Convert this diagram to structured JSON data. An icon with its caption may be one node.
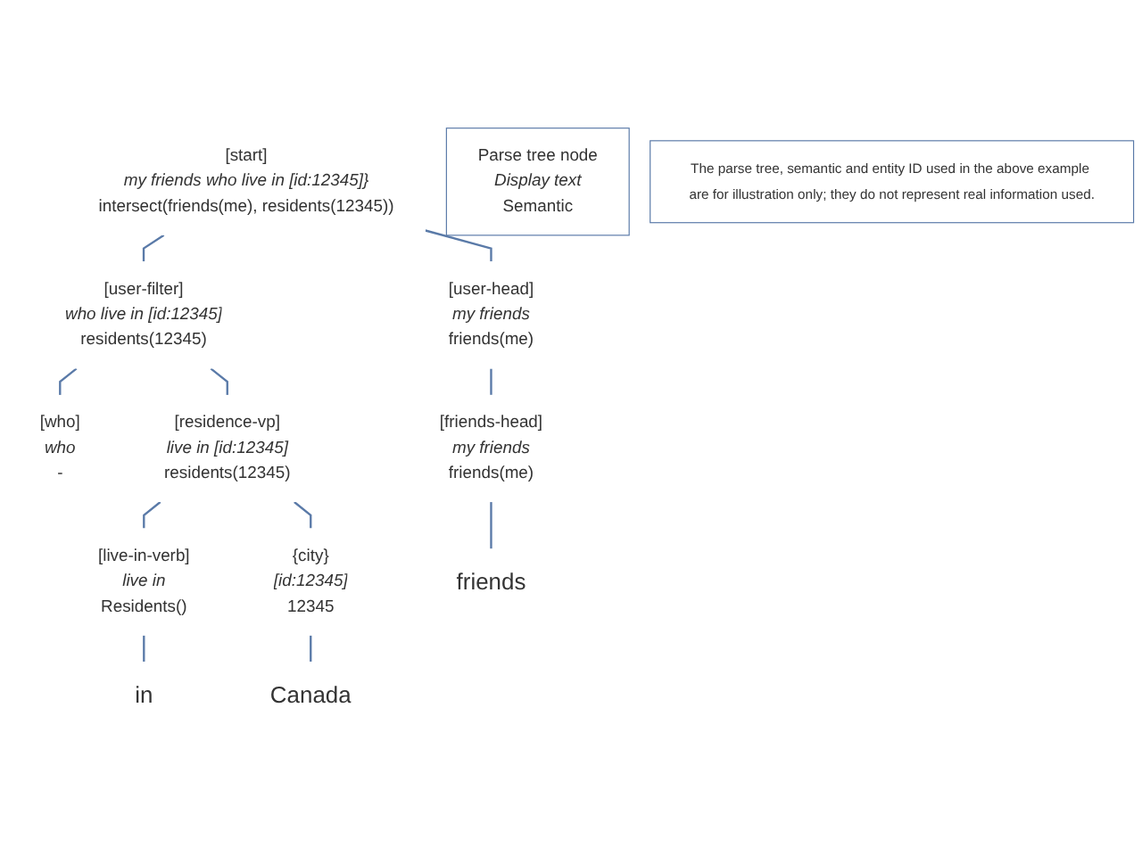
{
  "diagram": {
    "nodes": [
      {
        "text": [
          "[start]",
          "my friends who live in [id:12345]}",
          "intersect(friends(me), residents(12345))"
        ]
      },
      {
        "text": [
          "[user-head]",
          "my friends",
          "friends(me)"
        ]
      },
      {
        "text": [
          "[user-filter]",
          "who live in [id:12345]",
          "residents(12345)"
        ]
      },
      {
        "text": [
          "[who]",
          "who",
          "-"
        ]
      },
      {
        "text": [
          "[residence-vp]",
          "live in [id:12345]",
          "residents(12345)"
        ]
      },
      {
        "text": [
          "[friends-head]",
          "my friends",
          "friends(me)"
        ]
      },
      {
        "text": [
          "[live-in-verb]",
          "live in",
          "Residents()"
        ]
      },
      {
        "text": [
          "{city}",
          "[id:12345]",
          "12345"
        ]
      },
      {
        "text": [
          "friends"
        ]
      },
      {
        "text": [
          "in"
        ]
      },
      {
        "text": [
          "Canada"
        ]
      },
      {
        "text": [
          "Parse tree node",
          "Display text",
          "Semantic"
        ]
      },
      {
        "text": [
          "The parse tree, semantic and entity ID used in the above example are for illustration only; they do not represent real information used."
        ]
      }
    ],
    "edges": [
      {
        "from": 0,
        "to": 1,
        "arrow": "none"
      },
      {
        "from": 0,
        "to": 2,
        "arrow": "none"
      },
      {
        "from": 1,
        "to": 5,
        "arrow": "none"
      },
      {
        "from": 2,
        "to": 3,
        "arrow": "none"
      },
      {
        "from": 2,
        "to": 4,
        "arrow": "none"
      },
      {
        "from": 4,
        "to": 6,
        "arrow": "none"
      },
      {
        "from": 4,
        "to": 7,
        "arrow": "none"
      },
      {
        "from": 5,
        "to": 8,
        "arrow": "none"
      },
      {
        "from": 6,
        "to": 9,
        "arrow": "none"
      },
      {
        "from": 7,
        "to": 10,
        "arrow": "none"
      }
    ]
  }
}
